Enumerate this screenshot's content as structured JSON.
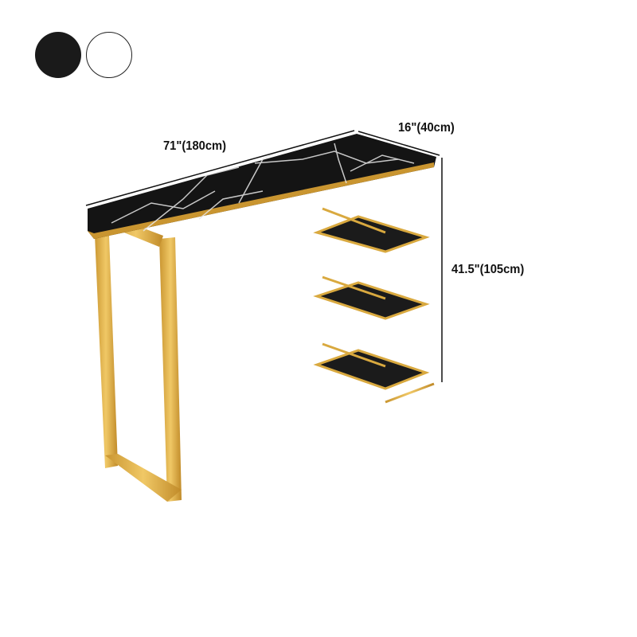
{
  "color_options": [
    {
      "name": "black",
      "hex": "#1a1a1a"
    },
    {
      "name": "white",
      "hex": "#ffffff"
    }
  ],
  "dimensions": {
    "length": "71\"(180cm)",
    "depth": "16\"(40cm)",
    "height": "41.5\"(105cm)"
  },
  "colors": {
    "frame": "#d9a93f",
    "marble": "#141414"
  }
}
